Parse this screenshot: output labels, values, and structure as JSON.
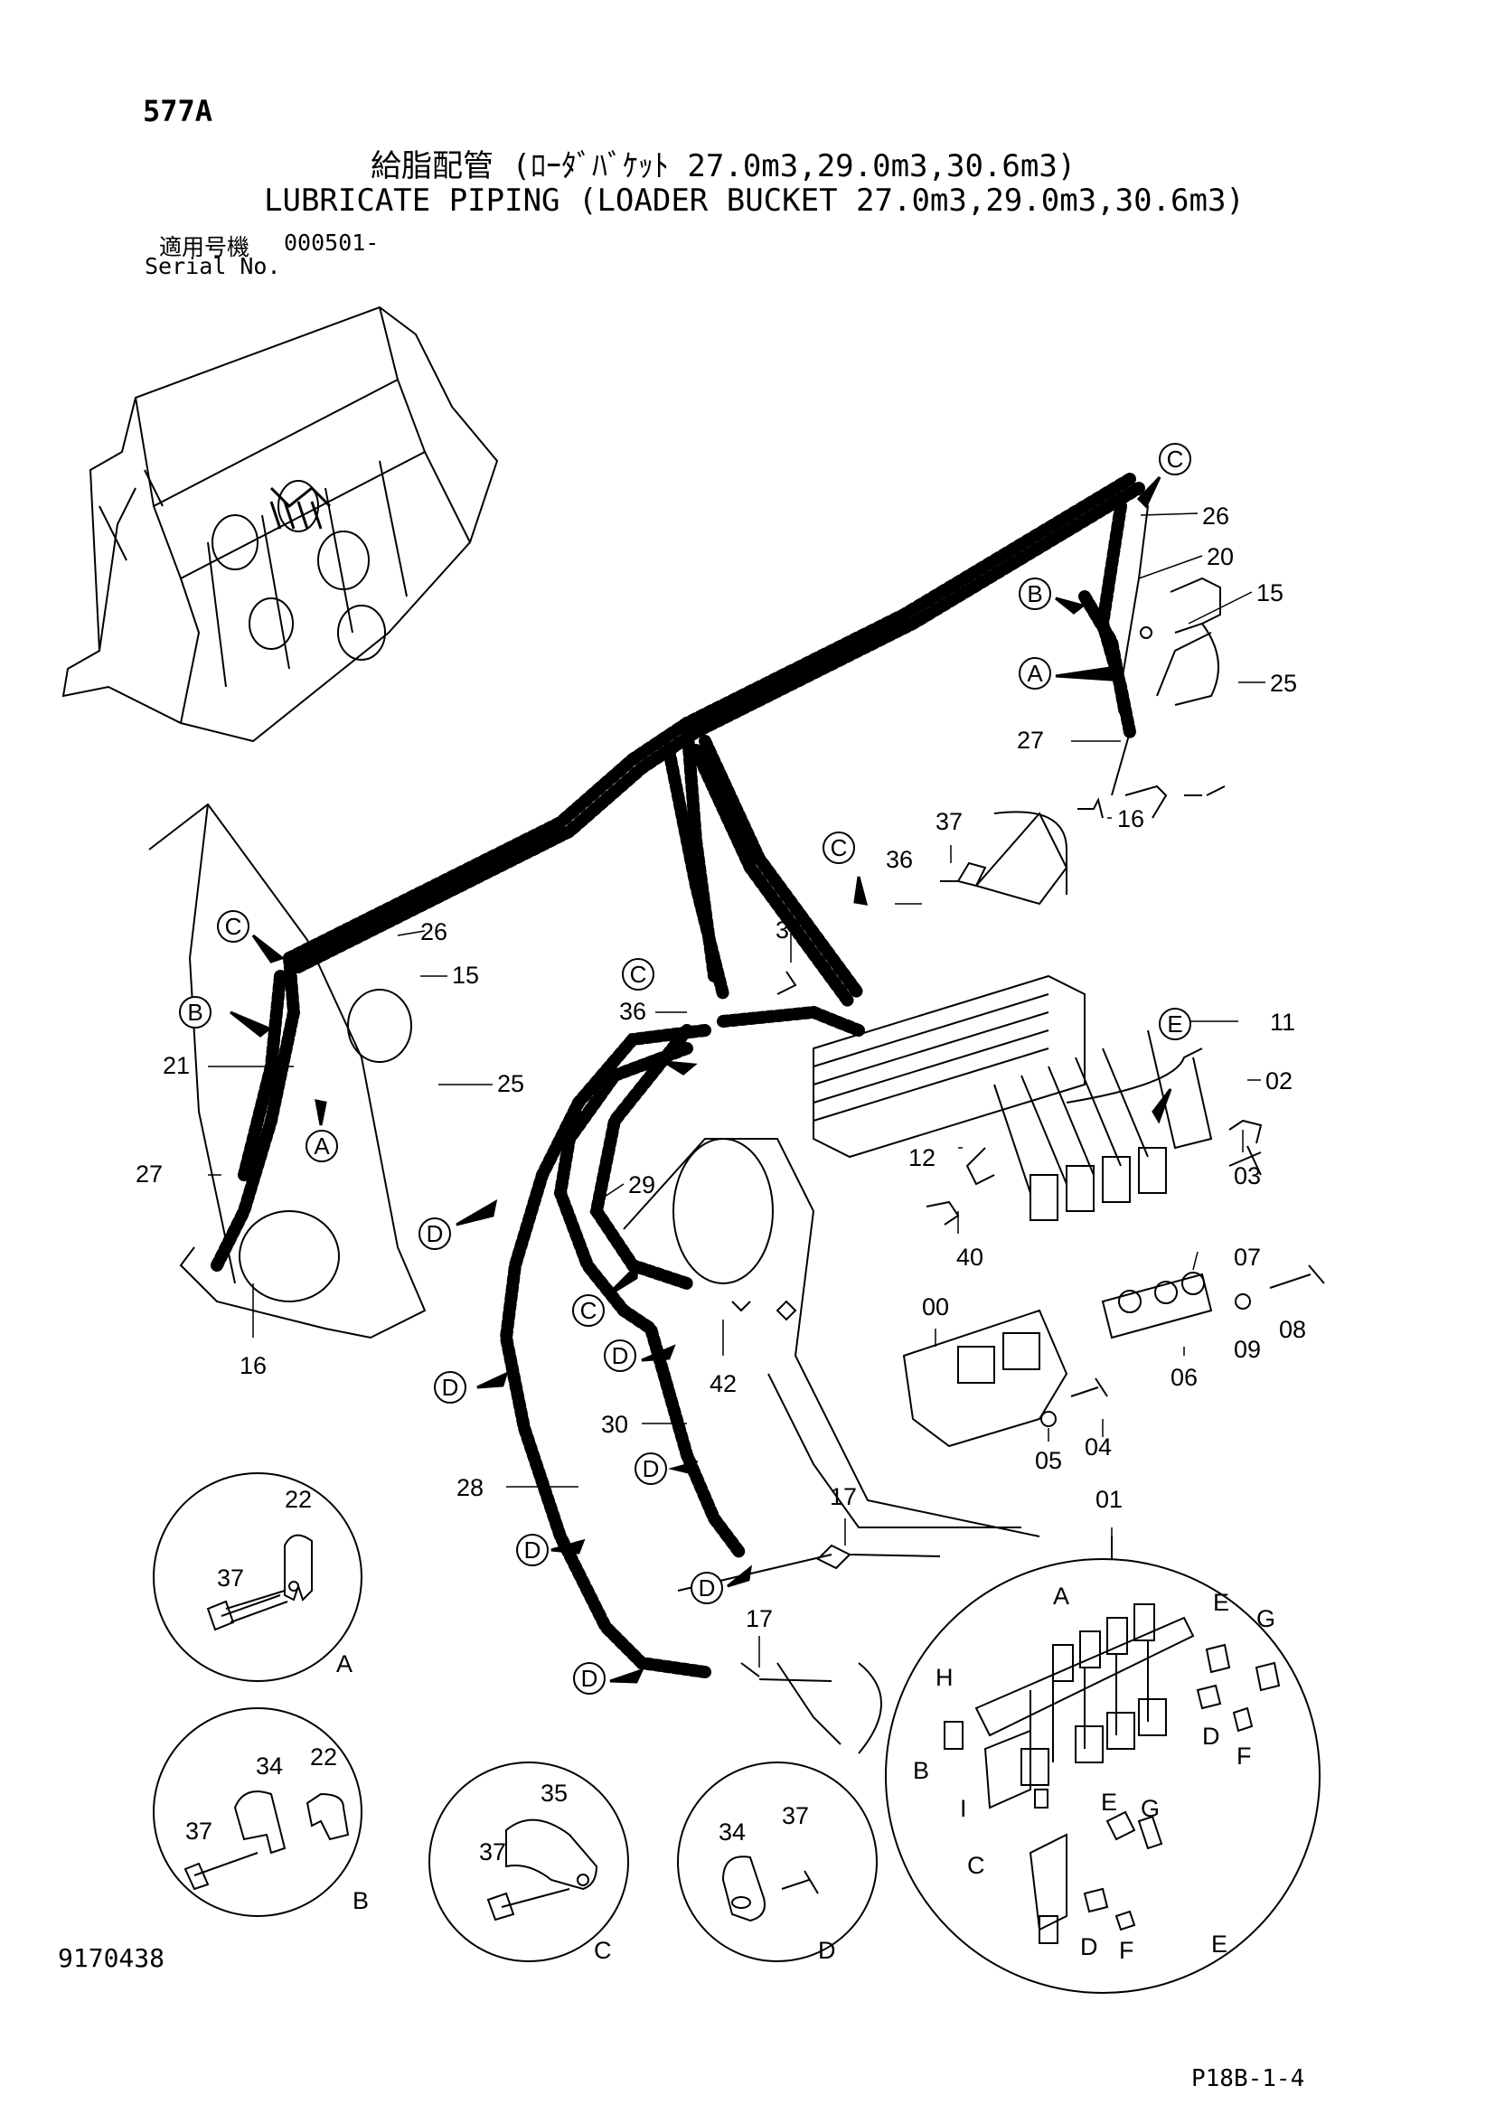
{
  "header": {
    "page_number": "577A",
    "title_jp": "給脂配管 (ﾛｰﾀﾞﾊﾞｹｯﾄ 27.0m3,29.0m3,30.6m3)",
    "title_en": "LUBRICATE PIPING (LOADER BUCKET 27.0m3,29.0m3,30.6m3)",
    "serial_label_jp": "適用号機",
    "serial_value": "000501-",
    "serial_label_en": "Serial No."
  },
  "footer": {
    "document_number": "9170438",
    "page_code": "P18B-1-4"
  },
  "callouts": [
    {
      "id": "c-26a",
      "text": "26"
    },
    {
      "id": "c-20",
      "text": "20"
    },
    {
      "id": "c-15a",
      "text": "15"
    },
    {
      "id": "c-25a",
      "text": "25"
    },
    {
      "id": "c-27a",
      "text": "27"
    },
    {
      "id": "c-16a",
      "text": "16"
    },
    {
      "id": "c-37a",
      "text": "37"
    },
    {
      "id": "c-36a",
      "text": "36"
    },
    {
      "id": "c-26b",
      "text": "26"
    },
    {
      "id": "c-15b",
      "text": "15"
    },
    {
      "id": "c-21",
      "text": "21"
    },
    {
      "id": "c-25b",
      "text": "25"
    },
    {
      "id": "c-27b",
      "text": "27"
    },
    {
      "id": "c-16b",
      "text": "16"
    },
    {
      "id": "c-37b",
      "text": "37"
    },
    {
      "id": "c-36b",
      "text": "36"
    },
    {
      "id": "c-11",
      "text": "11"
    },
    {
      "id": "c-02",
      "text": "02"
    },
    {
      "id": "c-03",
      "text": "03"
    },
    {
      "id": "c-12",
      "text": "12"
    },
    {
      "id": "c-40",
      "text": "40"
    },
    {
      "id": "c-07",
      "text": "07"
    },
    {
      "id": "c-08",
      "text": "08"
    },
    {
      "id": "c-09",
      "text": "09"
    },
    {
      "id": "c-06",
      "text": "06"
    },
    {
      "id": "c-00",
      "text": "00"
    },
    {
      "id": "c-04",
      "text": "04"
    },
    {
      "id": "c-05",
      "text": "05"
    },
    {
      "id": "c-29",
      "text": "29"
    },
    {
      "id": "c-42",
      "text": "42"
    },
    {
      "id": "c-30",
      "text": "30"
    },
    {
      "id": "c-28",
      "text": "28"
    },
    {
      "id": "c-17a",
      "text": "17"
    },
    {
      "id": "c-17b",
      "text": "17"
    },
    {
      "id": "c-01",
      "text": "01"
    },
    {
      "id": "d-22a",
      "text": "22"
    },
    {
      "id": "d-37a",
      "text": "37"
    },
    {
      "id": "d-34b",
      "text": "34"
    },
    {
      "id": "d-22b",
      "text": "22"
    },
    {
      "id": "d-37b",
      "text": "37"
    },
    {
      "id": "d-35c",
      "text": "35"
    },
    {
      "id": "d-37c",
      "text": "37"
    },
    {
      "id": "d-34d",
      "text": "34"
    },
    {
      "id": "d-37d",
      "text": "37"
    }
  ],
  "section_markers": [
    {
      "id": "m-c1",
      "text": "C"
    },
    {
      "id": "m-b1",
      "text": "B"
    },
    {
      "id": "m-a1",
      "text": "A"
    },
    {
      "id": "m-c2",
      "text": "C"
    },
    {
      "id": "m-b2",
      "text": "B"
    },
    {
      "id": "m-a2",
      "text": "A"
    },
    {
      "id": "m-c3",
      "text": "C"
    },
    {
      "id": "m-c4",
      "text": "C"
    },
    {
      "id": "m-e1",
      "text": "E"
    },
    {
      "id": "m-d1",
      "text": "D"
    },
    {
      "id": "m-c5",
      "text": "C"
    },
    {
      "id": "m-d2",
      "text": "D"
    },
    {
      "id": "m-d3",
      "text": "D"
    },
    {
      "id": "m-d4",
      "text": "D"
    },
    {
      "id": "m-d5",
      "text": "D"
    },
    {
      "id": "m-d6",
      "text": "D"
    },
    {
      "id": "m-d7",
      "text": "D"
    }
  ],
  "detail_labels": {
    "detail_a": "A",
    "detail_b": "B",
    "detail_c": "C",
    "detail_d": "D",
    "detail_e": "E",
    "e_parts": [
      "A",
      "E",
      "G",
      "H",
      "D",
      "F",
      "B",
      "I",
      "C",
      "E",
      "G",
      "D",
      "F"
    ]
  }
}
